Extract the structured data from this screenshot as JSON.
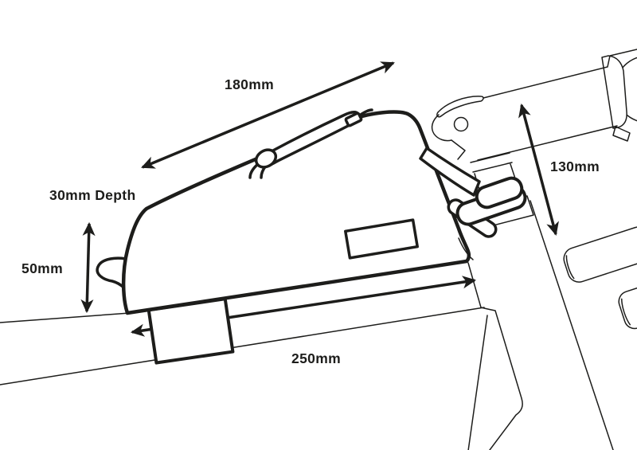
{
  "diagram": {
    "subject": "top-tube-bag-mounted-on-bicycle-frame",
    "background_color": "#ffffff",
    "line_color": "#1d1d1b",
    "dimensions": {
      "top_length": {
        "label": "180mm"
      },
      "depth": {
        "label": "30mm Depth"
      },
      "height": {
        "label": "50mm"
      },
      "stem_height": {
        "label": "130mm"
      },
      "base_length": {
        "label": "250mm"
      }
    }
  }
}
